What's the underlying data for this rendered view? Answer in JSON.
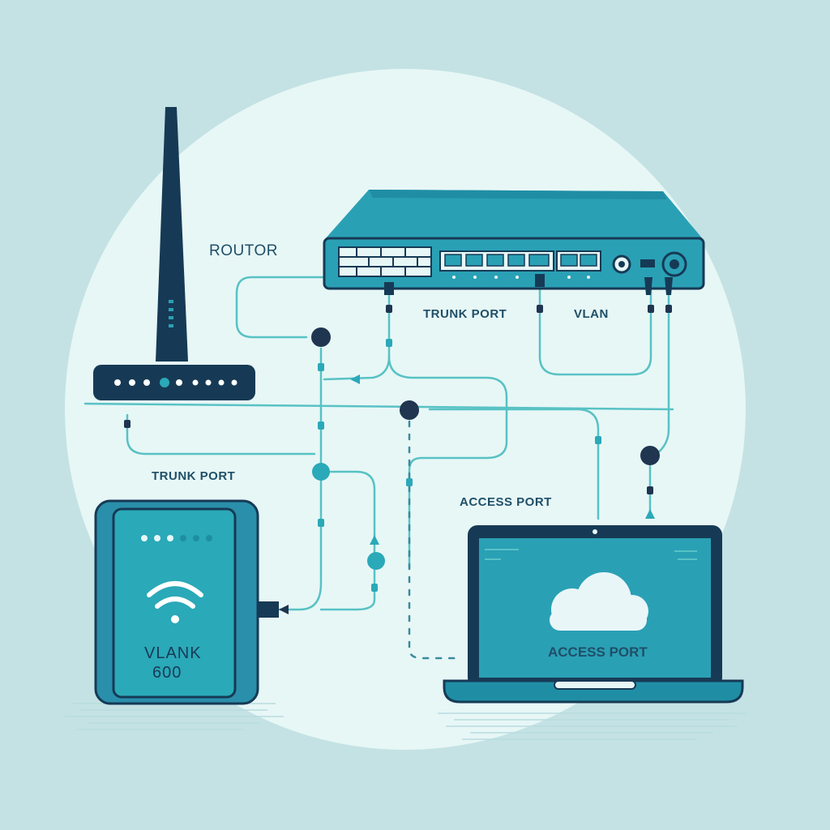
{
  "labels": {
    "router": "ROUTOR",
    "trunk_port_top": "TRUNK PORT",
    "vlan": "VLAN",
    "trunk_port_left": "TRUNK PORT",
    "access_port": "ACCESS PORT",
    "laptop_screen": "ACCESS PORT",
    "device_line1": "VLANK",
    "device_line2": "600"
  },
  "colors": {
    "background": "#c4e2e4",
    "circle": "#e7f7f6",
    "switch_body": "#2aa0b5",
    "navy": "#163a55",
    "teal_line": "#58c2c4",
    "node_dark": "#1f3550",
    "node_teal": "#2aa9b8",
    "cloud": "#e8f6f8"
  },
  "icons": [
    "antenna-router-icon",
    "network-switch-icon",
    "wifi-icon",
    "cloud-icon",
    "laptop-icon"
  ]
}
